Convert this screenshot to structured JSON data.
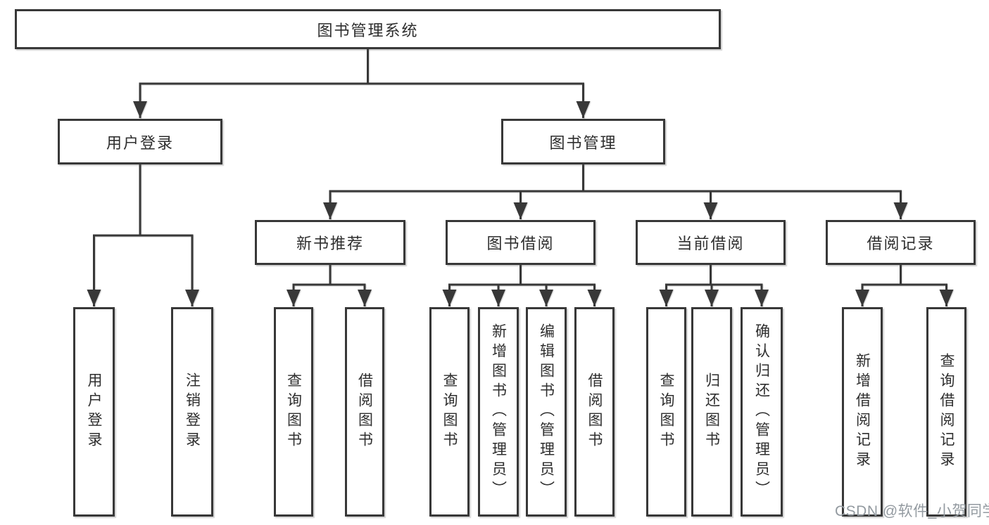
{
  "tree": {
    "root": {
      "label": "图书管理系统"
    },
    "user_login": {
      "label": "用户登录",
      "children": [
        {
          "label": "用户登录"
        },
        {
          "label": "注销登录"
        }
      ]
    },
    "book_mgmt": {
      "label": "图书管理",
      "sections": [
        {
          "label": "新书推荐",
          "children": [
            {
              "label": "查询图书"
            },
            {
              "label": "借阅图书"
            }
          ]
        },
        {
          "label": "图书借阅",
          "children": [
            {
              "label": "查询图书"
            },
            {
              "label": "新增图书（管理员）"
            },
            {
              "label": "编辑图书（管理员）"
            },
            {
              "label": "借阅图书"
            }
          ]
        },
        {
          "label": "当前借阅",
          "children": [
            {
              "label": "查询图书"
            },
            {
              "label": "归还图书"
            },
            {
              "label": "确认归还（管理员）"
            }
          ]
        },
        {
          "label": "借阅记录",
          "children": [
            {
              "label": "新增借阅记录"
            },
            {
              "label": "查询借阅记录"
            }
          ]
        }
      ]
    }
  },
  "watermark": {
    "text": "CSDN @软件_小贺同学"
  },
  "colors": {
    "line": "#383838",
    "box_border": "#383838",
    "text": "#2e2e2e",
    "watermark": "#939aa0",
    "background": "#ffffff"
  }
}
